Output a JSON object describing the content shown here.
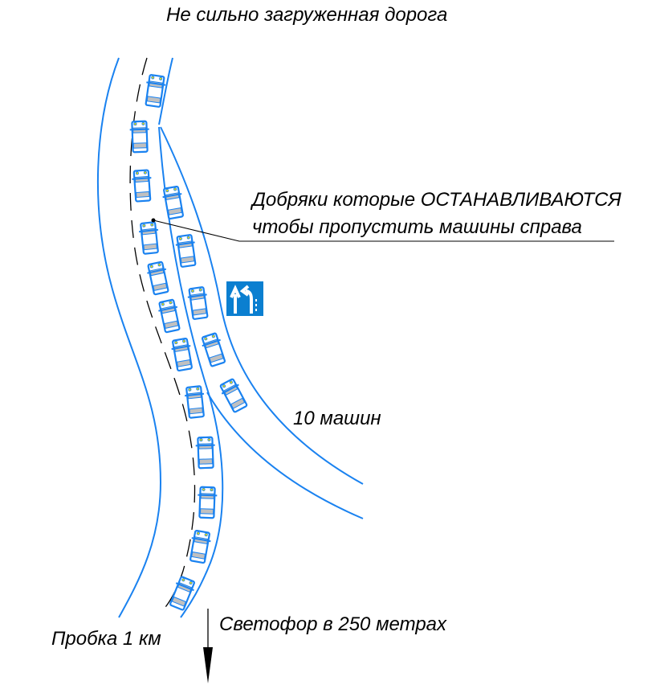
{
  "title": "Не сильно загруженная дорога",
  "annotation_line1": "Добряки которые ОСТАНАВЛИВАЮТСЯ",
  "annotation_line2": "чтобы пропустить машины справа",
  "side_lane_label": "10 машин",
  "jam_label": "Пробка 1 км",
  "traffic_light_label": "Светофор в 250 метрах",
  "sign": "lane-merge-sign",
  "colors": {
    "road": "#1a82f0",
    "car": "#1a82f0",
    "sign_bg": "#0b7fd0",
    "car_band": "#c0c0c0",
    "headlight": "#f0e000"
  }
}
